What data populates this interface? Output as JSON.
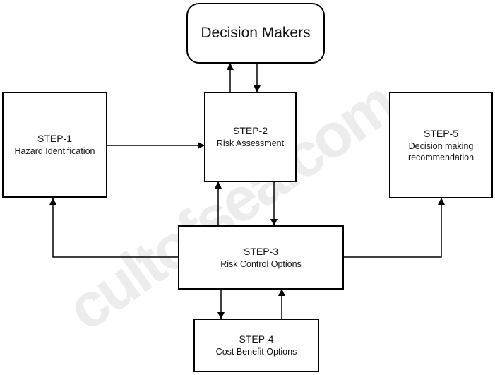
{
  "diagram": {
    "watermark": "cultofsea.com",
    "nodes": {
      "decision_makers": {
        "title": "Decision Makers"
      },
      "step1": {
        "title": "STEP-1",
        "subtitle": "Hazard Identification"
      },
      "step2": {
        "title": "STEP-2",
        "subtitle": "Risk Assessment"
      },
      "step3": {
        "title": "STEP-3",
        "subtitle": "Risk Control Options"
      },
      "step4": {
        "title": "STEP-4",
        "subtitle": "Cost Benefit Options"
      },
      "step5": {
        "title": "STEP-5",
        "subtitle": "Decision making recommendation"
      }
    },
    "edges": [
      {
        "from": "step1",
        "to": "step2"
      },
      {
        "from": "step2",
        "to": "decision_makers"
      },
      {
        "from": "decision_makers",
        "to": "step2"
      },
      {
        "from": "step3",
        "to": "step2"
      },
      {
        "from": "step2",
        "to": "step3"
      },
      {
        "from": "step3",
        "to": "step1"
      },
      {
        "from": "step3",
        "to": "step5"
      },
      {
        "from": "step3",
        "to": "step4"
      },
      {
        "from": "step4",
        "to": "step3"
      }
    ]
  },
  "colors": {
    "background": "#ffffff",
    "line": "#000000",
    "box_border": "#000000",
    "text": "#111111",
    "watermark": "#ececec"
  }
}
